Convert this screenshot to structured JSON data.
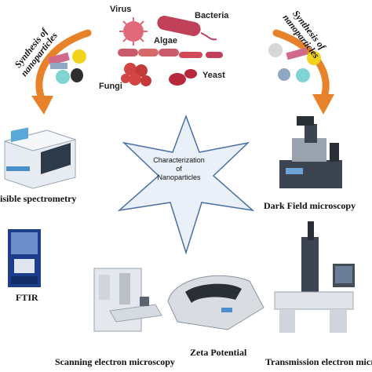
{
  "center": {
    "line1": "Characterization",
    "line2": "of",
    "line3": "Nanoparticles"
  },
  "synthesis": {
    "left": {
      "line1": "Synthesis of",
      "line2": "nanoparticles"
    },
    "right": {
      "line1": "Synthesis of",
      "line2": "nanoparticles"
    }
  },
  "microbes": {
    "virus": "Virus",
    "bacteria": "Bacteria",
    "algae": "Algae",
    "fungi": "Fungi",
    "yeast": "Yeast"
  },
  "techniques": {
    "uv_vis": "isible spectrometry",
    "dark_field": "Dark Field microscopy",
    "ftir": "FTIR",
    "sem": "Scanning electron microscopy",
    "zeta": "Zeta Potential",
    "tem": "Transmission electron micro"
  },
  "colors": {
    "arrow": "#e8822a",
    "star_fill": "#e9f0f8",
    "star_stroke": "#4a6fa5",
    "virus": "#e06a7a",
    "bacteria": "#c0405a",
    "algae": "#c95b6a",
    "fungi": "#d34545",
    "yeast": "#b8283c"
  }
}
